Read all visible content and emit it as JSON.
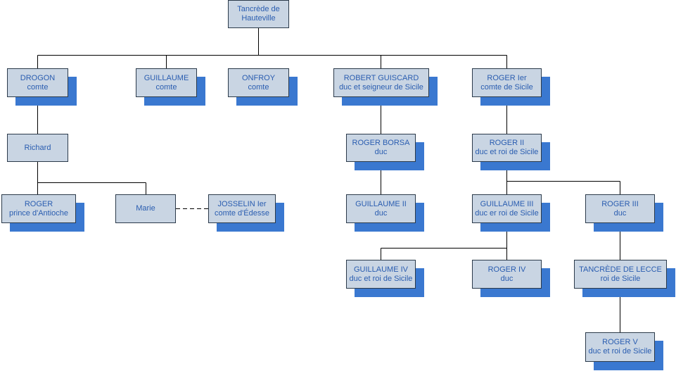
{
  "people": {
    "tancrede": {
      "line1": "Tancrède de",
      "line2": "Hauteville"
    },
    "drogon": {
      "line1": "DROGON",
      "line2": "comte"
    },
    "guillaume": {
      "line1": "GUILLAUME",
      "line2": "comte"
    },
    "onfroy": {
      "line1": "ONFROY",
      "line2": "comte"
    },
    "robert": {
      "line1": "ROBERT GUISCARD",
      "line2": "duc et seigneur de Sicile"
    },
    "roger1": {
      "line1": "ROGER Ier",
      "line2": "comte de Sicile"
    },
    "richard": {
      "line1": "Richard",
      "line2": ""
    },
    "roger_borsa": {
      "line1": "ROGER BORSA",
      "line2": "duc"
    },
    "roger2": {
      "line1": "ROGER II",
      "line2": "duc et roi de Sicile"
    },
    "roger_antioche": {
      "line1": "ROGER",
      "line2": "prince d'Antioche"
    },
    "marie": {
      "line1": "Marie",
      "line2": ""
    },
    "josselin": {
      "line1": "JOSSELIN Ier",
      "line2": "comte d'Édesse"
    },
    "guillaume2": {
      "line1": "GUILLAUME II",
      "line2": "duc"
    },
    "guillaume3": {
      "line1": "GUILLAUME III",
      "line2": "duc er roi de Sicile"
    },
    "roger3": {
      "line1": "ROGER III",
      "line2": "duc"
    },
    "guillaume4": {
      "line1": "GUILLAUME IV",
      "line2": "duc et roi de Sicile"
    },
    "roger4": {
      "line1": "ROGER IV",
      "line2": "duc"
    },
    "tancrede_lecce": {
      "line1": "TANCRÈDE DE LECCE",
      "line2": "roi de Sicile"
    },
    "roger5": {
      "line1": "ROGER V",
      "line2": "duc et roi de Sicile"
    }
  },
  "colors": {
    "box_fill": "#c9d5e3",
    "shadow": "#3a78d0",
    "text": "#2a5db0",
    "line": "#000000"
  }
}
